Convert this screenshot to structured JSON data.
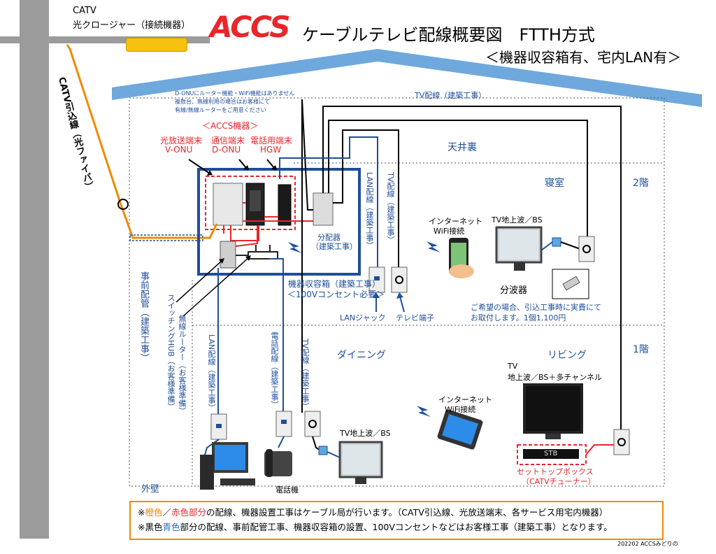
{
  "title": "ケーブルテレビ配線概要図　FTTH方式",
  "subtitle": "＜機器収容箱有、宅内LAN有＞",
  "logo_text": "ACCS",
  "pole": {
    "closure_label_line1": "CATV",
    "closure_label_line2": "光クロージャー（接続機器）",
    "dropline_label": "CATV引込線（光ファイバ）"
  },
  "house": {
    "notice_line1": "D-ONUにルーター機能・WiFi機能はありません",
    "notice_line2": "複数台、無線利用の場合はお客様にて",
    "notice_line3": "有線/無線ルーターをご用意ください",
    "accs_devices_label": "＜ACCS機器＞",
    "vonu_line1": "光放送端末",
    "vonu_line2": "V-ONU",
    "donu_line1": "通信端末",
    "donu_line2": "D-ONU",
    "hgw_line1": "電話用端末",
    "hgw_line2": "HGW",
    "splitter_line1": "分配器",
    "splitter_line2": "（建築工事）",
    "cabinet_line1": "機器収容箱（建築工事）",
    "cabinet_line2": "＜100Vコンセント必要＞",
    "tv_wiring_top": "TV配線（建築工事）",
    "attic": "天井裏",
    "bedroom": "寝室",
    "floor2": "2階",
    "floor1": "1階",
    "dining": "ダイニング",
    "living": "リビング",
    "outer_wall": "外壁",
    "conduit": "事前配管（建築工事）",
    "switching_hub": "スイッチングHUB（お客様準備）",
    "wireless_router": "無線ルーター（お客様準備）",
    "lan_wiring_upper": "LAN配線（建築工事）",
    "tv_wiring_upper": "TV配線（建築工事）",
    "lan_jack": "LANジャック",
    "tv_terminal": "テレビ端子",
    "internet_wifi_upper_1": "インターネット",
    "internet_wifi_upper_2": "WiFi接続",
    "tv_bedroom": "TV地上波／BS",
    "splitter_wave": "分波器",
    "splitter_wave_note1": "ご希望の場合、引込工事時に実費にて",
    "splitter_wave_note2": "お取付します。1個1,100円",
    "lan_wiring_lower": "LAN配線（建築工事）",
    "phone_wiring": "電話配線（建築工事）",
    "tv_wiring_lower": "TV配線（建築工事）",
    "phone": "電話機",
    "tv_dining": "TV地上波／BS",
    "internet_wifi_lower_1": "インターネット",
    "internet_wifi_lower_2": "WiFi接続",
    "tv_living_line1": "TV",
    "tv_living_line2": "地上波／BS＋多チャンネル",
    "stb_text": "STB",
    "stb_line1": "セットトップボックス",
    "stb_line2": "（CATVチューナー）"
  },
  "notes": {
    "line1_prefix": "※",
    "line1_orange": "橙色",
    "line1_slash": "／",
    "line1_red": "赤色部分",
    "line1_rest": "の配線、機器設置工事はケーブル局が行います。（CATV引込線、光放送端末、各サービス用宅内機器）",
    "line2_prefix": "※黒色",
    "line2_blue": "青色",
    "line2_rest": "部分の配線、事前配管工事、機器収容箱の設置、100Vコンセントなどはお客様工事（建築工事）となります。"
  },
  "footer": "202202  ACCSみどりの",
  "colors": {
    "blue": "#1f4e9a",
    "red": "#e8262b",
    "orange": "#f08a00",
    "roof": "#6fa8dc"
  }
}
